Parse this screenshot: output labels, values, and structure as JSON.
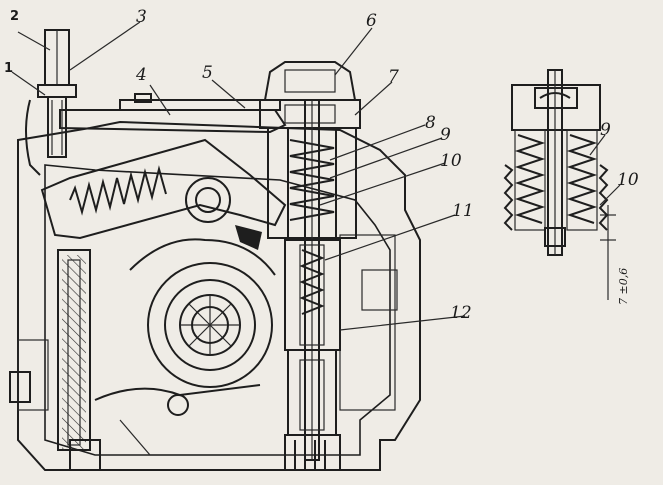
{
  "labels": {
    "l1": "1",
    "l2": "2",
    "l3": "3",
    "l4": "4",
    "l5": "5",
    "l6": "6",
    "l7": "7",
    "l8": "8",
    "l9": "9",
    "l10": "10",
    "l11": "11",
    "l12": "12",
    "d9": "9",
    "d10": "10",
    "side_note": "7 ±0,6"
  },
  "colors": {
    "paper": "#efece6",
    "ink": "#1e1e1e"
  }
}
